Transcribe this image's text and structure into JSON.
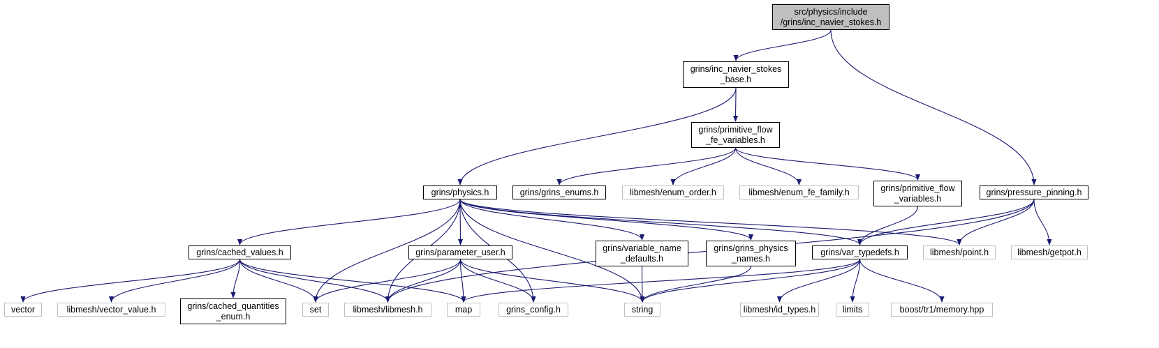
{
  "colors": {
    "edge": "#191970",
    "root_fill": "#bfbfbf",
    "project_border": "#000000",
    "external_border": "#bfbfbf"
  },
  "nodes": [
    {
      "id": "inc_navier_stokes",
      "lines": [
        "src/physics/include",
        "/grins/inc_navier_stokes.h"
      ],
      "kind": "root"
    },
    {
      "id": "inc_ns_base",
      "lines": [
        "grins/inc_navier_stokes",
        "_base.h"
      ],
      "kind": "project"
    },
    {
      "id": "prim_flow_fe",
      "lines": [
        "grins/primitive_flow",
        "_fe_variables.h"
      ],
      "kind": "project"
    },
    {
      "id": "physics",
      "lines": [
        "grins/physics.h"
      ],
      "kind": "project"
    },
    {
      "id": "grins_enums",
      "lines": [
        "grins/grins_enums.h"
      ],
      "kind": "project"
    },
    {
      "id": "enum_order",
      "lines": [
        "libmesh/enum_order.h"
      ],
      "kind": "external"
    },
    {
      "id": "enum_fe_family",
      "lines": [
        "libmesh/enum_fe_family.h"
      ],
      "kind": "external"
    },
    {
      "id": "prim_flow_vars",
      "lines": [
        "grins/primitive_flow",
        "_variables.h"
      ],
      "kind": "project"
    },
    {
      "id": "pressure_pinning",
      "lines": [
        "grins/pressure_pinning.h"
      ],
      "kind": "project"
    },
    {
      "id": "cached_values",
      "lines": [
        "grins/cached_values.h"
      ],
      "kind": "project"
    },
    {
      "id": "parameter_user",
      "lines": [
        "grins/parameter_user.h"
      ],
      "kind": "project"
    },
    {
      "id": "variable_name_defaults",
      "lines": [
        "grins/variable_name",
        "_defaults.h"
      ],
      "kind": "project"
    },
    {
      "id": "grins_physics_names",
      "lines": [
        "grins/grins_physics",
        "_names.h"
      ],
      "kind": "project"
    },
    {
      "id": "var_typedefs",
      "lines": [
        "grins/var_typedefs.h"
      ],
      "kind": "project"
    },
    {
      "id": "point",
      "lines": [
        "libmesh/point.h"
      ],
      "kind": "external"
    },
    {
      "id": "getpot",
      "lines": [
        "libmesh/getpot.h"
      ],
      "kind": "external"
    },
    {
      "id": "vector",
      "lines": [
        "vector"
      ],
      "kind": "external"
    },
    {
      "id": "vector_value",
      "lines": [
        "libmesh/vector_value.h"
      ],
      "kind": "external"
    },
    {
      "id": "cached_quantities_enum",
      "lines": [
        "grins/cached_quantities",
        "_enum.h"
      ],
      "kind": "project"
    },
    {
      "id": "set",
      "lines": [
        "set"
      ],
      "kind": "external"
    },
    {
      "id": "libmesh",
      "lines": [
        "libmesh/libmesh.h"
      ],
      "kind": "external"
    },
    {
      "id": "map",
      "lines": [
        "map"
      ],
      "kind": "external"
    },
    {
      "id": "grins_config",
      "lines": [
        "grins_config.h"
      ],
      "kind": "external"
    },
    {
      "id": "string",
      "lines": [
        "string"
      ],
      "kind": "external"
    },
    {
      "id": "id_types",
      "lines": [
        "libmesh/id_types.h"
      ],
      "kind": "external"
    },
    {
      "id": "limits",
      "lines": [
        "limits"
      ],
      "kind": "external"
    },
    {
      "id": "memory",
      "lines": [
        "boost/tr1/memory.hpp"
      ],
      "kind": "external"
    }
  ],
  "edges": [
    [
      "inc_navier_stokes",
      "inc_ns_base"
    ],
    [
      "inc_navier_stokes",
      "pressure_pinning"
    ],
    [
      "inc_ns_base",
      "prim_flow_fe"
    ],
    [
      "inc_ns_base",
      "physics"
    ],
    [
      "prim_flow_fe",
      "grins_enums"
    ],
    [
      "prim_flow_fe",
      "enum_order"
    ],
    [
      "prim_flow_fe",
      "enum_fe_family"
    ],
    [
      "prim_flow_fe",
      "prim_flow_vars"
    ],
    [
      "prim_flow_vars",
      "var_typedefs"
    ],
    [
      "physics",
      "cached_values"
    ],
    [
      "physics",
      "parameter_user"
    ],
    [
      "physics",
      "variable_name_defaults"
    ],
    [
      "physics",
      "grins_physics_names"
    ],
    [
      "physics",
      "var_typedefs"
    ],
    [
      "physics",
      "point"
    ],
    [
      "physics",
      "set"
    ],
    [
      "physics",
      "libmesh"
    ],
    [
      "physics",
      "grins_config"
    ],
    [
      "physics",
      "string"
    ],
    [
      "pressure_pinning",
      "var_typedefs"
    ],
    [
      "pressure_pinning",
      "point"
    ],
    [
      "pressure_pinning",
      "getpot"
    ],
    [
      "pressure_pinning",
      "libmesh"
    ],
    [
      "cached_values",
      "vector"
    ],
    [
      "cached_values",
      "vector_value"
    ],
    [
      "cached_values",
      "cached_quantities_enum"
    ],
    [
      "cached_values",
      "set"
    ],
    [
      "cached_values",
      "libmesh"
    ],
    [
      "cached_values",
      "map"
    ],
    [
      "parameter_user",
      "set"
    ],
    [
      "parameter_user",
      "libmesh"
    ],
    [
      "parameter_user",
      "map"
    ],
    [
      "parameter_user",
      "grins_config"
    ],
    [
      "parameter_user",
      "string"
    ],
    [
      "variable_name_defaults",
      "string"
    ],
    [
      "grins_physics_names",
      "string"
    ],
    [
      "var_typedefs",
      "map"
    ],
    [
      "var_typedefs",
      "string"
    ],
    [
      "var_typedefs",
      "id_types"
    ],
    [
      "var_typedefs",
      "limits"
    ],
    [
      "var_typedefs",
      "memory"
    ]
  ]
}
